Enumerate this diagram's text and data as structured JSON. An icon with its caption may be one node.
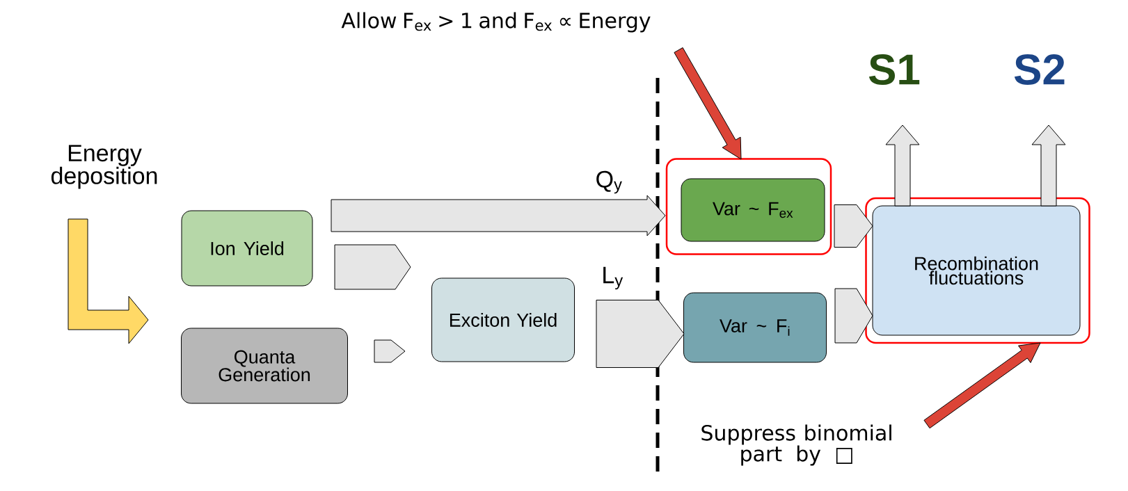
{
  "diagram": {
    "nodes": [
      {
        "text": [
          "Energy deposition"
        ]
      },
      {
        "text": [
          "Ion Yield"
        ]
      },
      {
        "text": [
          "Quanta Generation"
        ]
      },
      {
        "text": [
          "Exciton Yield"
        ]
      },
      {
        "text": [],
        "shape": "box"
      },
      {
        "text": [
          "Var ~ F$_{ex}$"
        ],
        "in": 4
      },
      {
        "text": [
          "Var ~ F$_{i}$"
        ]
      },
      {
        "text": [],
        "shape": "box"
      },
      {
        "text": [
          "Recombination fluctuations"
        ],
        "in": 7
      },
      {
        "text": [
          "S1"
        ]
      },
      {
        "text": [
          "S2"
        ]
      },
      {
        "text": [
          "Allow F$_{ex}$ > 1 and F$_{ex}$ ∝ Energy"
        ]
      },
      {
        "text": [
          "Suppress binomial part by □"
        ]
      }
    ],
    "edges": [
      {
        "from": 0,
        "to": null,
        "arrow": "to",
        "color": "#ffd966"
      },
      {
        "from": 1,
        "to": 3,
        "arrow": "to"
      },
      {
        "from": 2,
        "to": 3,
        "arrow": "to"
      },
      {
        "from": 1,
        "to": 4,
        "arrow": "to",
        "label": "Q$_{y}$"
      },
      {
        "from": 3,
        "to": 6,
        "arrow": "to",
        "label": "L$_{y}$"
      },
      {
        "from": 5,
        "to": 8,
        "arrow": "to"
      },
      {
        "from": 6,
        "to": 8,
        "arrow": "to"
      },
      {
        "from": 8,
        "to": 9,
        "arrow": "to"
      },
      {
        "from": 8,
        "to": 10,
        "arrow": "to"
      },
      {
        "from": 11,
        "to": 4,
        "arrow": "to",
        "color": "#dc4437"
      },
      {
        "from": 12,
        "to": 7,
        "arrow": "to",
        "color": "#dc4437"
      }
    ]
  }
}
